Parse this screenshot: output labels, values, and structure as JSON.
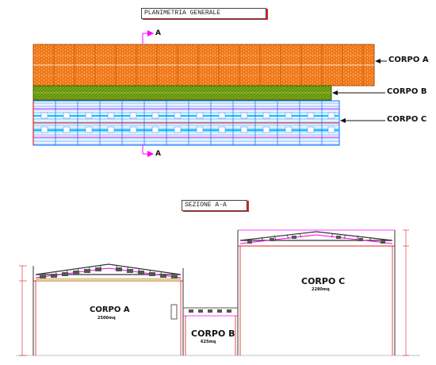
{
  "plan": {
    "title": "PLANIMETRIA GENERALE",
    "section_marker": "A",
    "labels": {
      "a": "CORPO A",
      "b": "CORPO B",
      "c": "CORPO C"
    }
  },
  "section": {
    "title": "SEZIONE A-A",
    "corpo_a": {
      "name": "CORPO A",
      "area": "2500mq"
    },
    "corpo_b": {
      "name": "CORPO B",
      "area": "625mq"
    },
    "corpo_c": {
      "name": "CORPO C",
      "area": "2280mq"
    }
  },
  "colors": {
    "corpo_a": "#f07818",
    "corpo_b": "#6a9a10",
    "corpo_c": "#1a6aff",
    "cyan": "#00ffff",
    "magenta": "#ff00ff",
    "red": "#e02020"
  }
}
